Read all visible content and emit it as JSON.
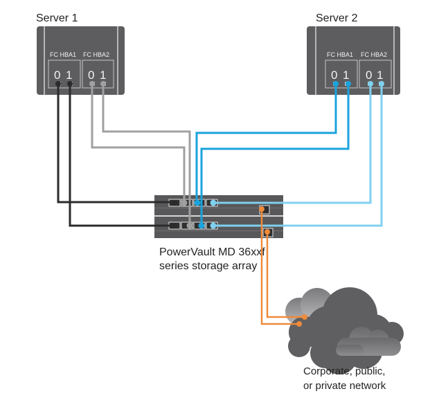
{
  "servers": [
    {
      "label": "Server 1",
      "hbas": [
        {
          "label": "FC HBA1",
          "ports": [
            "0",
            "1"
          ]
        },
        {
          "label": "FC HBA2",
          "ports": [
            "0",
            "1"
          ]
        }
      ]
    },
    {
      "label": "Server 2",
      "hbas": [
        {
          "label": "FC HBA1",
          "ports": [
            "0",
            "1"
          ]
        },
        {
          "label": "FC HBA2",
          "ports": [
            "0",
            "1"
          ]
        }
      ]
    }
  ],
  "storage": {
    "label_line1": "PowerVault MD 36xxf",
    "label_line2": "series storage array"
  },
  "network": {
    "label_line1": "Corporate, public,",
    "label_line2": "or private network"
  },
  "colors": {
    "server_body": "#5d5d5f",
    "server_panel": "#646466",
    "array_body": "#58585a",
    "cable_server1_hba1": "#2b2b2b",
    "cable_server1_hba2": "#a0a0a0",
    "cable_server2_hba1": "#1aa3dc",
    "cable_server2_hba2": "#7fd0ef",
    "cable_management": "#ef8a3a",
    "cloud_dark": "#5f5f61",
    "cloud_light": "#8a8a8c"
  }
}
